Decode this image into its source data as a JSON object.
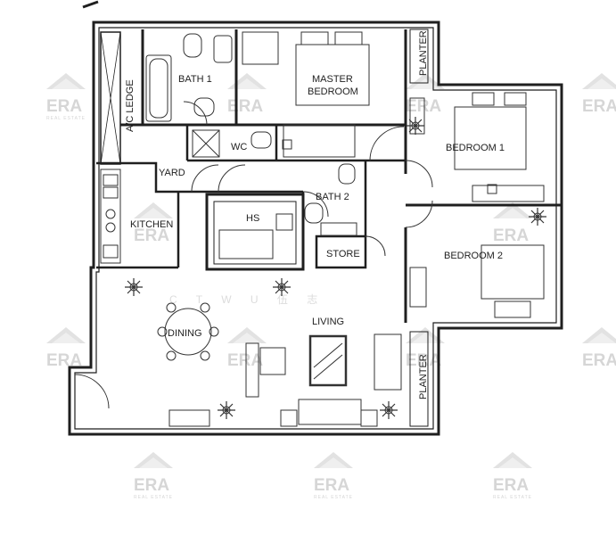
{
  "rooms": {
    "ac_ledge": "A/C LEDGE",
    "bath1": "BATH 1",
    "master_line1": "MASTER",
    "master_line2": "BEDROOM",
    "wc": "WC",
    "yard": "YARD",
    "kitchen": "KITCHEN",
    "hs": "HS",
    "bath2": "BATH 2",
    "store": "STORE",
    "bedroom1": "BEDROOM 1",
    "bedroom2": "BEDROOM 2",
    "dining": "DINING",
    "living": "LIVING",
    "planter_top": "PLANTER",
    "planter_bottom": "PLANTER"
  },
  "watermark": {
    "brand": "ERA",
    "sub": "REAL ESTATE",
    "line": "C  T     W U     伍  志"
  },
  "colors": {
    "line": "#1a1a1a",
    "wall": "#2a2a2a",
    "watermark": "#d6d6d6"
  }
}
